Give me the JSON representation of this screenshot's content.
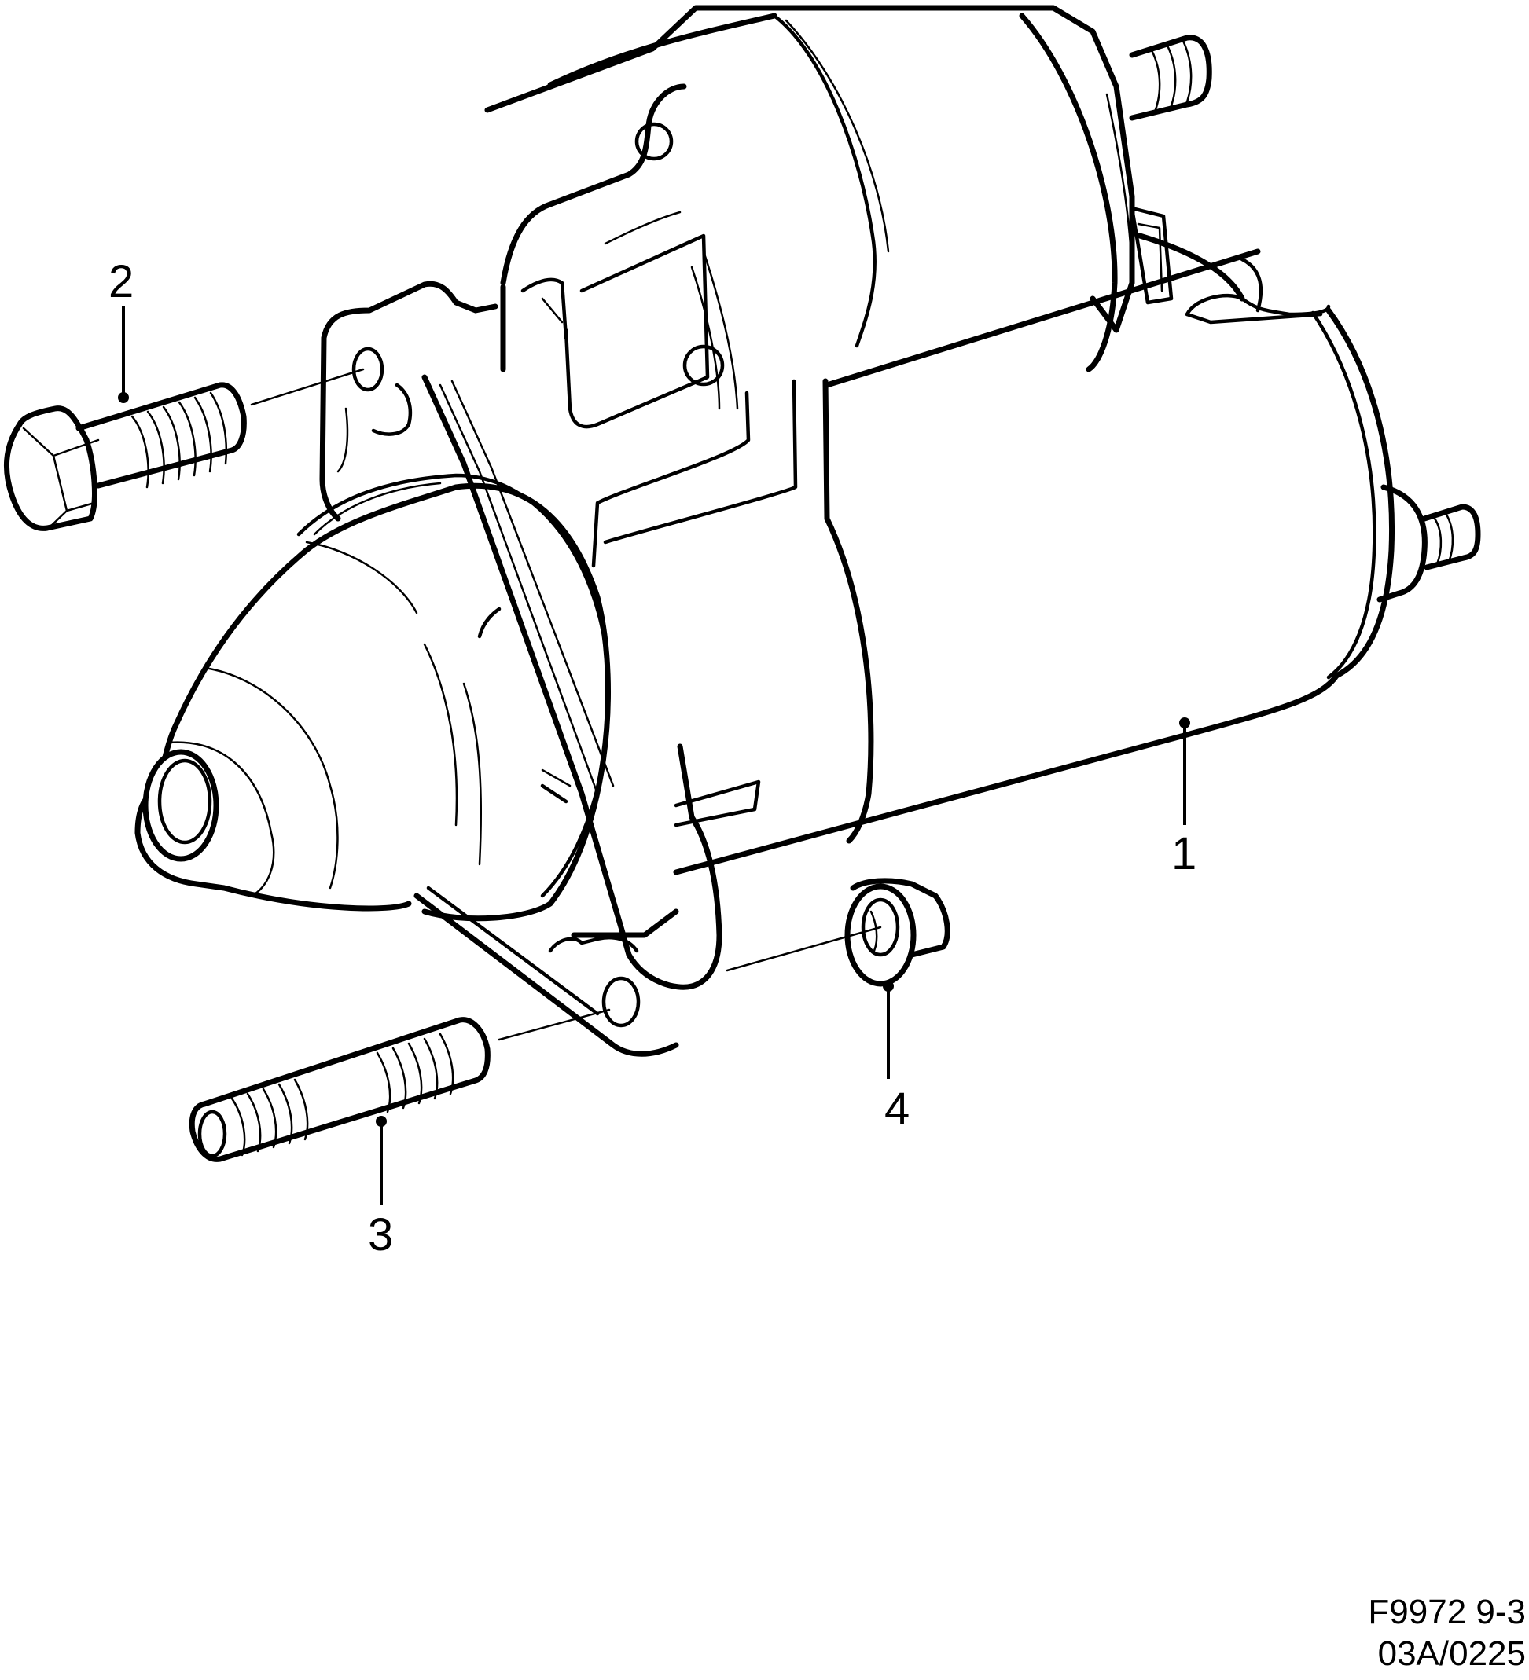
{
  "figure": {
    "subject": "Starter motor assembly exploded view",
    "reference_code": "F9972 9-3",
    "drawing_number": "03A/0225",
    "line_color": "#000000",
    "background_color": "#ffffff"
  },
  "callouts": [
    {
      "number": "1",
      "part": "starter-motor"
    },
    {
      "number": "2",
      "part": "bolt"
    },
    {
      "number": "3",
      "part": "stud"
    },
    {
      "number": "4",
      "part": "nut"
    }
  ]
}
